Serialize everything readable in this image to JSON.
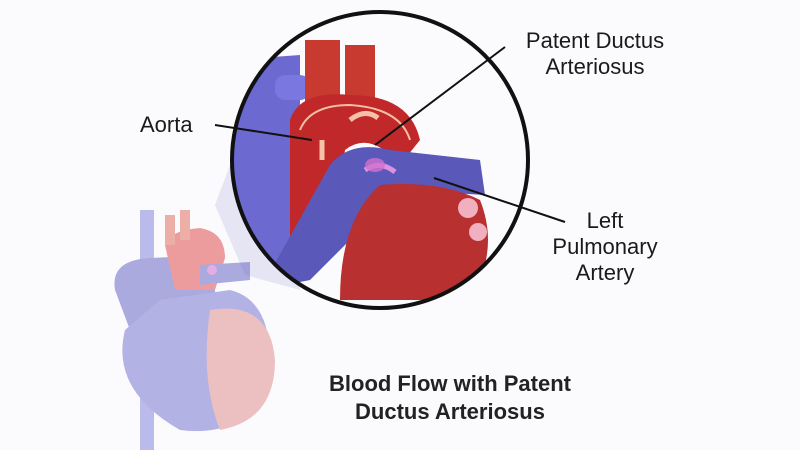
{
  "title": {
    "line1": "Blood Flow with Patent",
    "line2": "Ductus Arteriosus"
  },
  "labels": {
    "aorta": "Aorta",
    "pda_line1": "Patent Ductus",
    "pda_line2": "Arteriosus",
    "lpa_line1": "Left",
    "lpa_line2": "Pulmonary",
    "lpa_line3": "Artery"
  },
  "colors": {
    "oxygenated": "#c0282a",
    "deoxygenated": "#5a58b8",
    "mixed_flow": "#d070d0",
    "outline": "#111111"
  }
}
